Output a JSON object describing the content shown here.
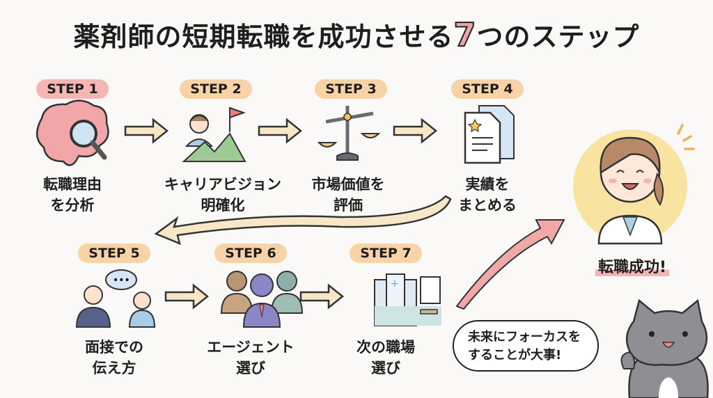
{
  "title": {
    "prefix": "薬剤師の短期転職を成功させる",
    "number": "7",
    "suffix": "つのステップ"
  },
  "colors": {
    "step1": "#f5b6b3",
    "step_other": "#f9d3a8",
    "arrow_fill": "#f6e8c6",
    "success_arrow": "#f2a8a6",
    "text": "#1e1e1e"
  },
  "steps": [
    {
      "badge": "STEP 1",
      "label_line1": "転職理由",
      "label_line2": "を分析",
      "icon": "brain-magnifier-icon"
    },
    {
      "badge": "STEP 2",
      "label_line1": "キャリアビジョン",
      "label_line2": "明確化",
      "icon": "person-mountain-flag-icon"
    },
    {
      "badge": "STEP 3",
      "label_line1": "市場価値を",
      "label_line2": "評価",
      "icon": "balance-scale-icon"
    },
    {
      "badge": "STEP 4",
      "label_line1": "実績を",
      "label_line2": "まとめる",
      "icon": "document-star-icon"
    },
    {
      "badge": "STEP 5",
      "label_line1": "面接での",
      "label_line2": "伝え方",
      "icon": "interview-people-icon"
    },
    {
      "badge": "STEP 6",
      "label_line1": "エージェント",
      "label_line2": "選び",
      "icon": "agents-group-icon"
    },
    {
      "badge": "STEP 7",
      "label_line1": "次の職場",
      "label_line2": "選び",
      "icon": "hospital-workplace-icon"
    }
  ],
  "success": {
    "label": "転職成功!",
    "icon": "happy-pharmacist-icon"
  },
  "cat": {
    "line1": "未来にフォーカスを",
    "line2": "することが大事!",
    "icon": "cat-mascot-icon"
  }
}
